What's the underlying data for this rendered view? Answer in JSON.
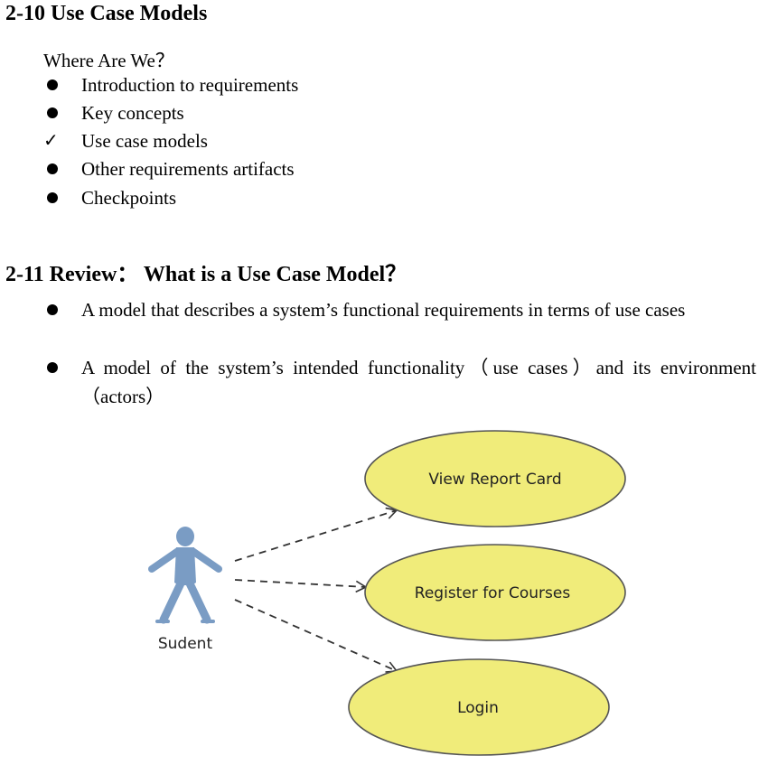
{
  "section1": {
    "heading": "2-10 Use Case Models",
    "intro": "Where Are We？",
    "items": [
      {
        "marker": "bullet",
        "text": "Introduction to requirements"
      },
      {
        "marker": "bullet",
        "text": "Key concepts"
      },
      {
        "marker": "check",
        "text": "Use case models"
      },
      {
        "marker": "bullet",
        "text": "Other requirements artifacts"
      },
      {
        "marker": "bullet",
        "text": "Checkpoints"
      }
    ]
  },
  "section2": {
    "heading": "2-11 Review：  What is a Use Case Model？",
    "items": [
      {
        "marker": "bullet",
        "text": "A model that describes a system’s functional requirements in terms of use cases"
      },
      {
        "marker": "bullet",
        "text": "A model of the system’s intended functionality（use cases）and its environment（actors）"
      }
    ]
  },
  "diagram": {
    "actor": {
      "name": "Sudent",
      "icon": "person-icon",
      "color": "#7a9cc4"
    },
    "use_cases": [
      {
        "name": "View Report Card"
      },
      {
        "name": "Register for Courses"
      },
      {
        "name": "Login"
      }
    ],
    "use_case_fill": "#f0ec7a",
    "use_case_stroke": "#555555"
  }
}
